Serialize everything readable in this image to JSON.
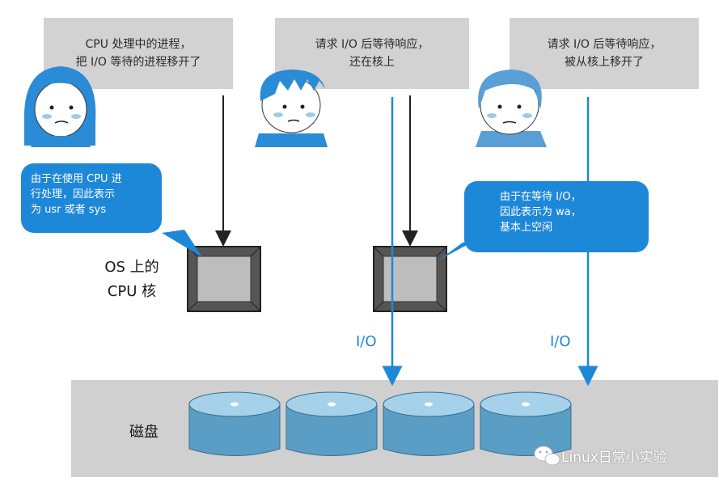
{
  "speech_bubbles": [
    {
      "lines": [
        "CPU 处理中的进程，",
        "把 I/O 等待的进程移开了"
      ]
    },
    {
      "lines": [
        "请求 I/O 后等待响应，",
        "还在核上"
      ]
    },
    {
      "lines": [
        "请求 I/O 后等待响应，",
        "被从核上移开了"
      ]
    }
  ],
  "notes": [
    {
      "lines": [
        "由于在使用 CPU 进",
        "行处理，因此表示",
        "为 usr 或者 sys"
      ]
    },
    {
      "lines": [
        "由于在等待 I/O，",
        "因此表示为 wa，",
        "基本上空闲"
      ]
    }
  ],
  "cpu_label": [
    "OS 上的",
    "CPU 核"
  ],
  "io_labels": [
    "I/O",
    "I/O"
  ],
  "disk_label": "磁盘",
  "watermark": "Linux日常小实验",
  "colors": {
    "accent_blue": "#1e88d8",
    "bubble_gray": "#d2d2d2",
    "disk_blue": "#5a9ec6",
    "disk_area_gray": "#d0d0d0"
  }
}
